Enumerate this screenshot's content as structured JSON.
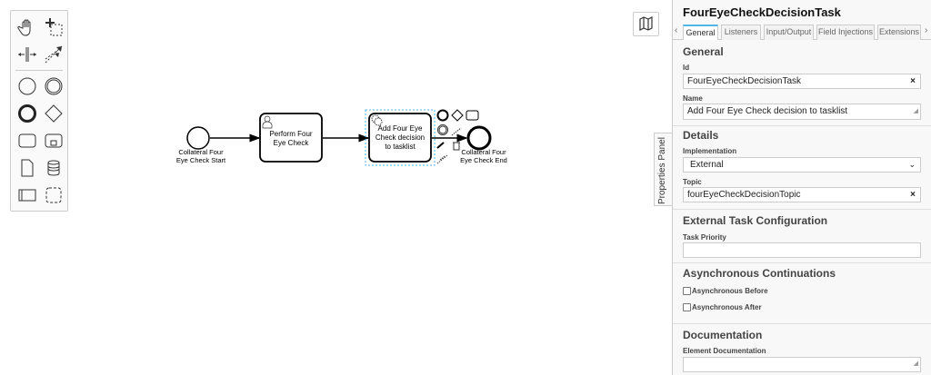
{
  "palette": {
    "tools": [
      "hand-tool",
      "lasso-tool",
      "space-tool",
      "global-connect-tool"
    ],
    "shapes": [
      "start-event",
      "intermediate-event",
      "end-event",
      "gateway",
      "task",
      "subprocess",
      "data-object",
      "data-store",
      "pool",
      "group"
    ]
  },
  "diagram": {
    "start_event_label_1": "Collateral Four",
    "start_event_label_2": "Eye Check Start",
    "task1_line1": "Perform Four",
    "task1_line2": "Eye Check",
    "task2_line1": "Add Four Eye",
    "task2_line2": "Check decision",
    "task2_line3": "to tasklist",
    "end_event_label_1": "Collateral Four",
    "end_event_label_2": "Eye Check End",
    "selection_color": "#52b5e6"
  },
  "properties_tab_label": "Properties Panel",
  "panel": {
    "title": "FourEyeCheckDecisionTask",
    "tabs": [
      "General",
      "Listeners",
      "Input/Output",
      "Field Injections",
      "Extensions"
    ],
    "active_tab": "General",
    "general": {
      "heading": "General",
      "id_label": "Id",
      "id_value": "FourEyeCheckDecisionTask",
      "name_label": "Name",
      "name_value": "Add Four Eye Check decision to tasklist"
    },
    "details": {
      "heading": "Details",
      "impl_label": "Implementation",
      "impl_value": "External",
      "topic_label": "Topic",
      "topic_value": "fourEyeCheckDecisionTopic"
    },
    "external": {
      "heading": "External Task Configuration",
      "priority_label": "Task Priority",
      "priority_value": ""
    },
    "async": {
      "heading": "Asynchronous Continuations",
      "before": "Asynchronous Before",
      "after": "Asynchronous After",
      "before_checked": false,
      "after_checked": false
    },
    "documentation": {
      "heading": "Documentation",
      "label": "Element Documentation",
      "value": ""
    },
    "clear_symbol": "×"
  }
}
